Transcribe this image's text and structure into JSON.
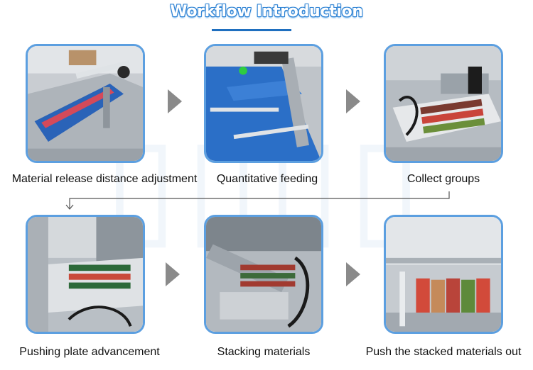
{
  "header": {
    "title": "Workflow Introduction"
  },
  "steps": [
    {
      "label": "Material release distance adjustment"
    },
    {
      "label": "Quantitative feeding"
    },
    {
      "label": "Collect groups"
    },
    {
      "label": "Pushing plate advancement"
    },
    {
      "label": "Stacking materials"
    },
    {
      "label": "Push the stacked materials out"
    }
  ],
  "colors": {
    "frame": "#5c9fe0",
    "title_outline": "#2f83d4",
    "arrow": "#8a8a8a"
  }
}
